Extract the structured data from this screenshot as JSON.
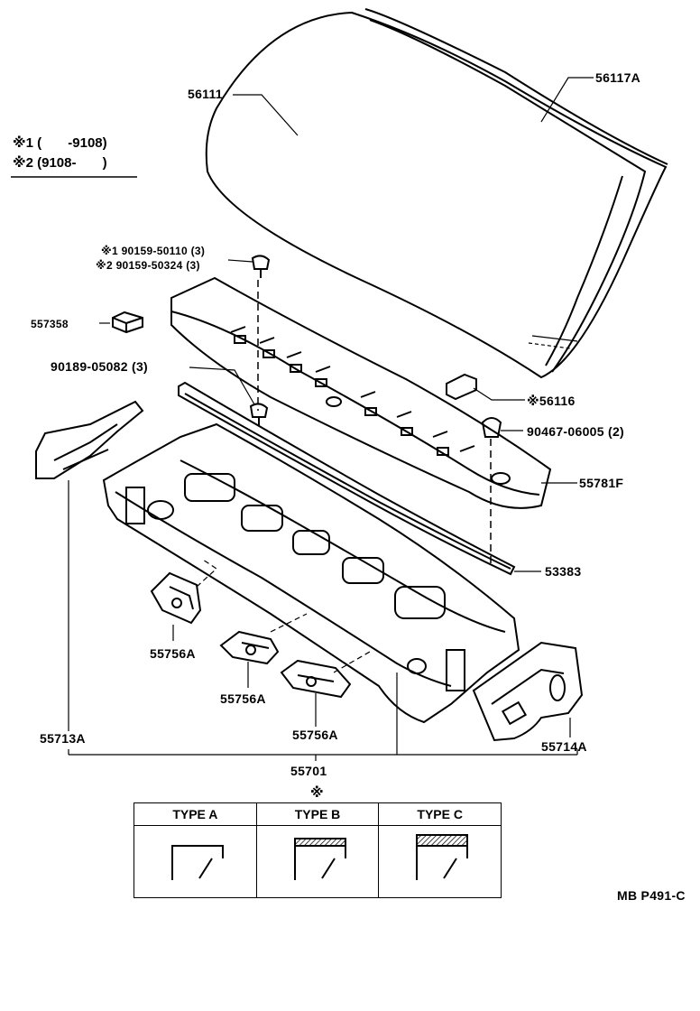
{
  "legend": {
    "row1_mark": "※1",
    "row1_range": "(       -9108)",
    "row2_mark": "※2",
    "row2_range": "(9108-       )"
  },
  "labels": {
    "windshield": "56111",
    "molding": "56117A",
    "clip_note1": "※1 90159-50110 (3)",
    "clip_note2": "※2 90159-50324 (3)",
    "block": "557358",
    "screw": "90189-05082 (3)",
    "bracket": "※56116",
    "grommet": "90467-06005 (2)",
    "louver": "55781F",
    "seal": "53383",
    "side_left": "55713A",
    "side_right": "55714A",
    "nut_a": "55756A",
    "nut_b": "55756A",
    "nut_c": "55756A",
    "panel": "55701",
    "footer": "MB  P491-C"
  },
  "type_table": {
    "mark": "※",
    "headers": [
      "TYPE A",
      "TYPE B",
      "TYPE C"
    ]
  }
}
